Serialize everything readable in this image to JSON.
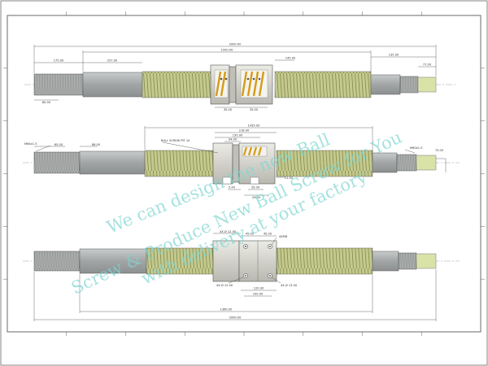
{
  "drawing": {
    "views": [
      {
        "id": "top",
        "dimensions": [
          "2000.00",
          "1550.00",
          "175.00",
          "257.00",
          "80.00",
          "145.00",
          "35.00",
          "35.00",
          "135.00",
          "77.00"
        ]
      },
      {
        "id": "middle",
        "dimensions": [
          "1435.00",
          "218.00",
          "150.00",
          "94.00",
          "65.00",
          "5.40",
          "35.00",
          "88.00",
          "11.00",
          "29.00",
          "75.00"
        ],
        "callouts": [
          "BALL SCREW PIT 10",
          "M64x1.5",
          "M60x1.5"
        ]
      },
      {
        "id": "bottom",
        "dimensions": [
          "1360.00",
          "2000.00",
          "120.00",
          "45.00",
          "45.00",
          "100.00"
        ],
        "callouts": [
          "4X Ø 12.00",
          "4X Ø 12.00",
          "4X Ø 13.00",
          "4XM8"
        ]
      }
    ],
    "watermark": [
      "We can design the new Ball",
      "Screw & Produce New Ball Screw for You",
      "with delivery at your factory"
    ],
    "colors": {
      "thread": "#c2c78e",
      "shaft": "#a9acac",
      "journal": "#d9e3a8",
      "nut": "#d6d6cf",
      "spring": "#e0a824",
      "border": "#444444",
      "watermark": "#7fd6d2"
    }
  }
}
